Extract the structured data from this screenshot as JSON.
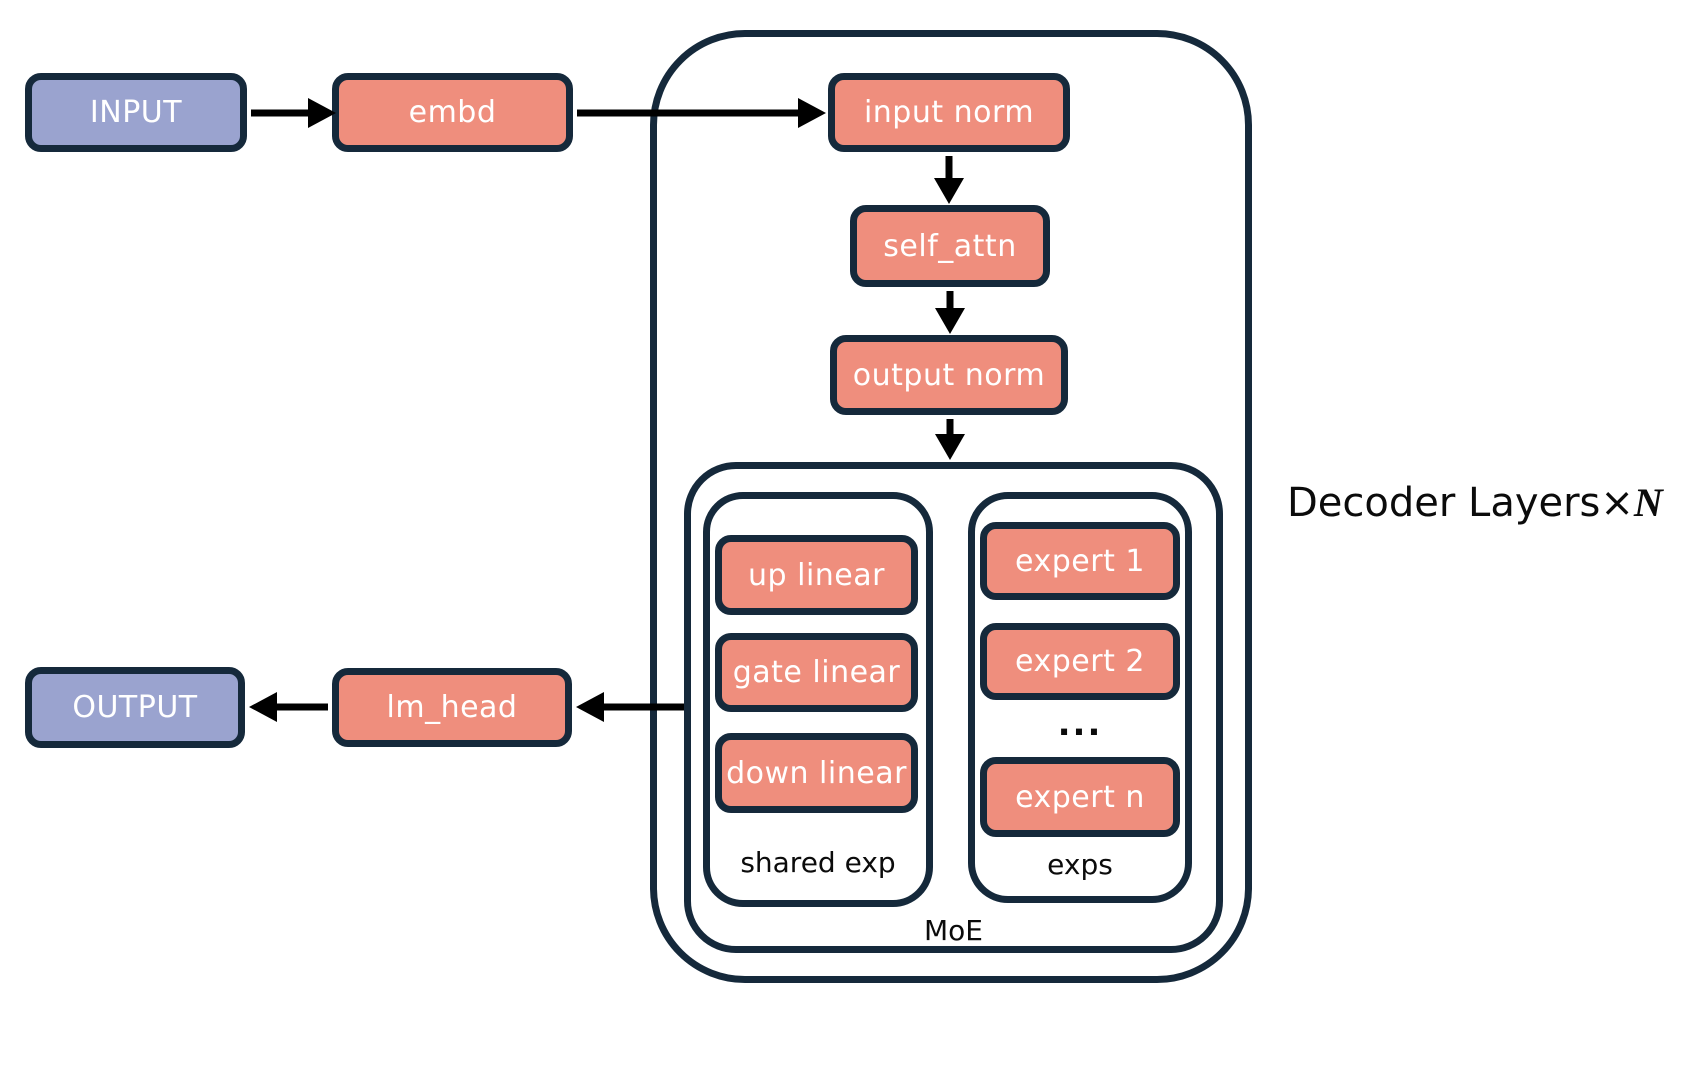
{
  "nodes": {
    "input": "INPUT",
    "embd": "embd",
    "input_norm": "input norm",
    "self_attn": "self_attn",
    "output_norm": "output norm",
    "up_linear": "up linear",
    "gate_linear": "gate linear",
    "down_linear": "down linear",
    "expert_1": "expert 1",
    "expert_2": "expert 2",
    "experts_ellipsis": "...",
    "expert_n": "expert n",
    "lm_head": "lm_head",
    "output": "OUTPUT"
  },
  "groups": {
    "shared_exp_label": "shared exp",
    "exps_label": "exps",
    "moe_label": "MoE"
  },
  "annotations": {
    "decoder_layers_prefix": "Decoder Layers×",
    "decoder_layers_count": "N"
  },
  "colors": {
    "block_salmon": "#EF8E7D",
    "block_purple": "#9AA3CF",
    "outline_dark": "#15293B",
    "arrow_black": "#000000",
    "background": "#FFFFFF"
  }
}
